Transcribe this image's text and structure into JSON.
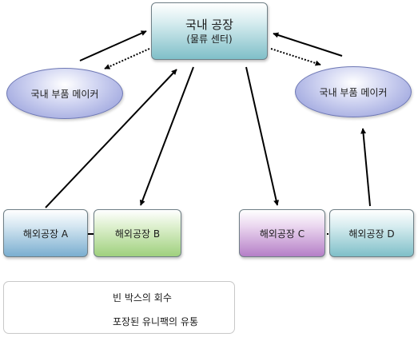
{
  "nodes": {
    "domestic_factory": {
      "title": "국내 공장",
      "subtitle": "(물류 센터)"
    },
    "supplier_left": "국내 부품 메이커",
    "supplier_right": "국내 부품 메이커",
    "factory_a": "해외공장 A",
    "factory_b": "해외공장 B",
    "factory_c": "해외공장 C",
    "factory_d": "해외공장 D"
  },
  "legend": {
    "dotted": "빈 박스의 회수",
    "solid": "포장된 유니팩의 유통"
  },
  "colors": {
    "arrow": "#000000",
    "domestic_box": "#7fbfc8",
    "factory_a": "#7aaed0",
    "factory_b": "#9fd07d",
    "factory_c": "#b57fc7",
    "factory_d": "#7fbfc8",
    "supplier_ellipse": "#8e97d8"
  }
}
